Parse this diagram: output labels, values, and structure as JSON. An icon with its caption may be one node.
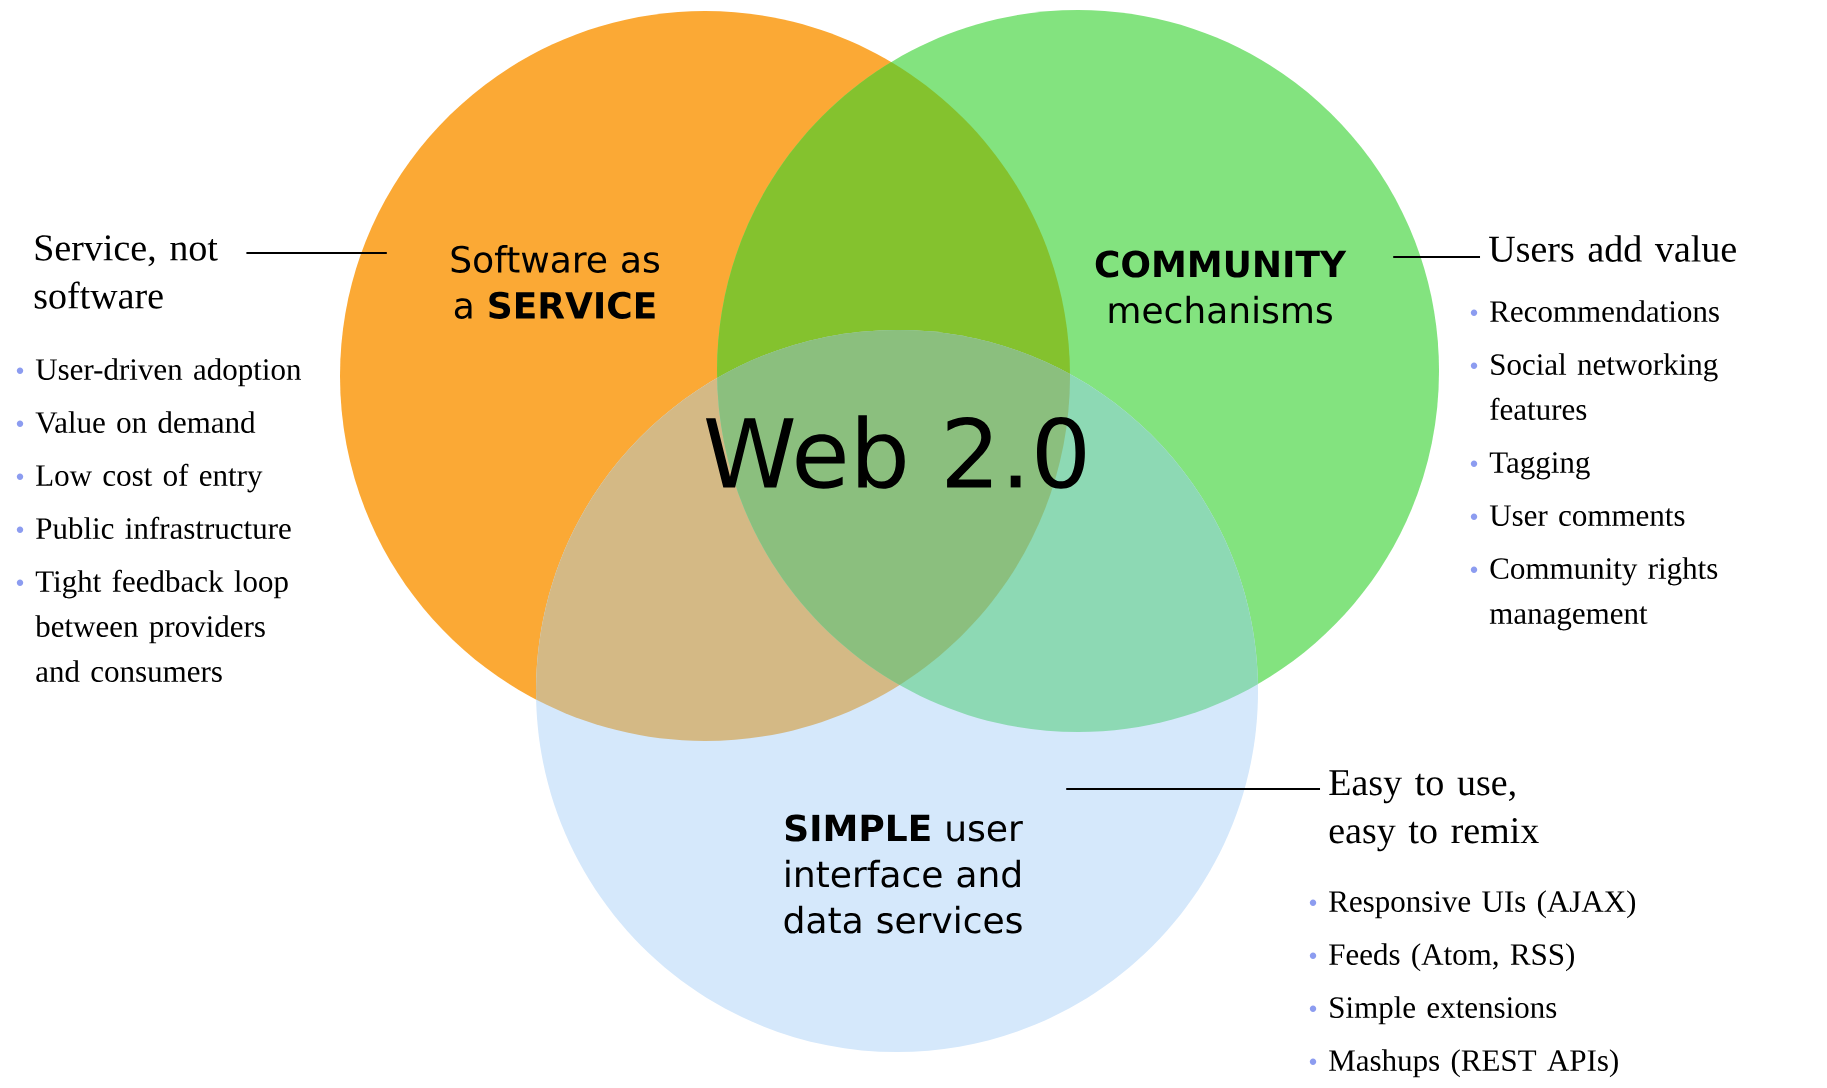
{
  "diagram": {
    "nodes": [
      {
        "text": [
          "Software as a **SERVICE**"
        ]
      },
      {
        "text": [
          "**COMMUNITY** mechanisms"
        ]
      },
      {
        "text": [
          "**SIMPLE** user interface and data services"
        ]
      },
      {
        "text": [
          "Service, not software",
          "User-driven adoption",
          "Value on demand",
          "Low cost of entry",
          "Public infrastructure",
          "Tight feedback loop between providers and consumers"
        ]
      },
      {
        "text": [
          "Users add value",
          "Recommendations",
          "Social networking features",
          "Tagging",
          "User comments",
          "Community rights management"
        ]
      },
      {
        "text": [
          "Easy to use, easy to remix",
          "Responsive UIs (AJAX)",
          "Feeds (Atom, RSS)",
          "Simple extensions",
          "Mashups (REST APIs)"
        ]
      }
    ],
    "edges": [
      {
        "from": 3,
        "to": 0,
        "arrow": "none"
      },
      {
        "from": 1,
        "to": 4,
        "arrow": "none"
      },
      {
        "from": 2,
        "to": 5,
        "arrow": "none"
      }
    ],
    "labels": [
      "Web 2.0"
    ]
  }
}
